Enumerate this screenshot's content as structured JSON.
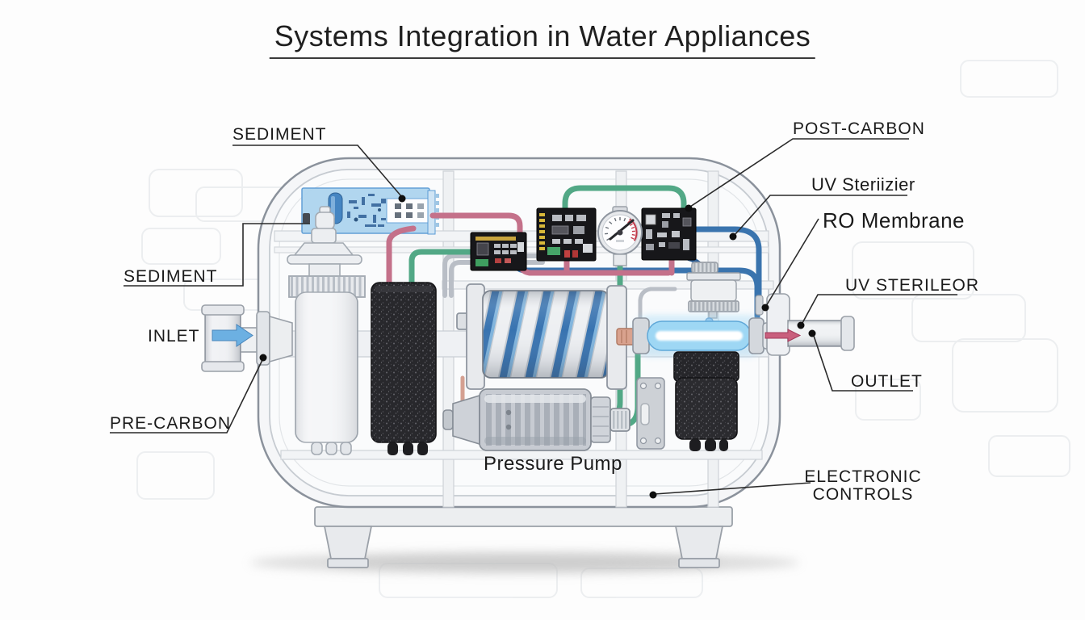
{
  "title": "Systems Integration in Water Appliances",
  "labels": {
    "sediment_top": "SEDIMENT",
    "sediment_left": "SEDIMENT",
    "inlet": "INLET",
    "pre_carbon": "PRE-CARBON",
    "post_carbon": "POST-CARBON",
    "uv_sterilizer": "UV Steriizier",
    "ro_membrane": "RO Membrane",
    "uv_sterilizer_2": "UV STERILEOR",
    "outlet": "OUTLET",
    "electronic_controls_line1": "ELECTRONIC",
    "electronic_controls_line2": "CONTROLS",
    "pressure_pump": "Pressure Pump"
  },
  "colors": {
    "tube_pink": "#c4718a",
    "tube_green": "#52a886",
    "tube_blue": "#3a74ae",
    "tube_copper": "#d4a091",
    "arrow_blue": "#6cb0e2",
    "arrow_pink": "#c95f7d",
    "uv_glow": "#9ed7f4",
    "pcb_panel_blue": "#aed5ef",
    "pcb_board_black": "#17171a",
    "label_text": "#1a1a1a"
  }
}
